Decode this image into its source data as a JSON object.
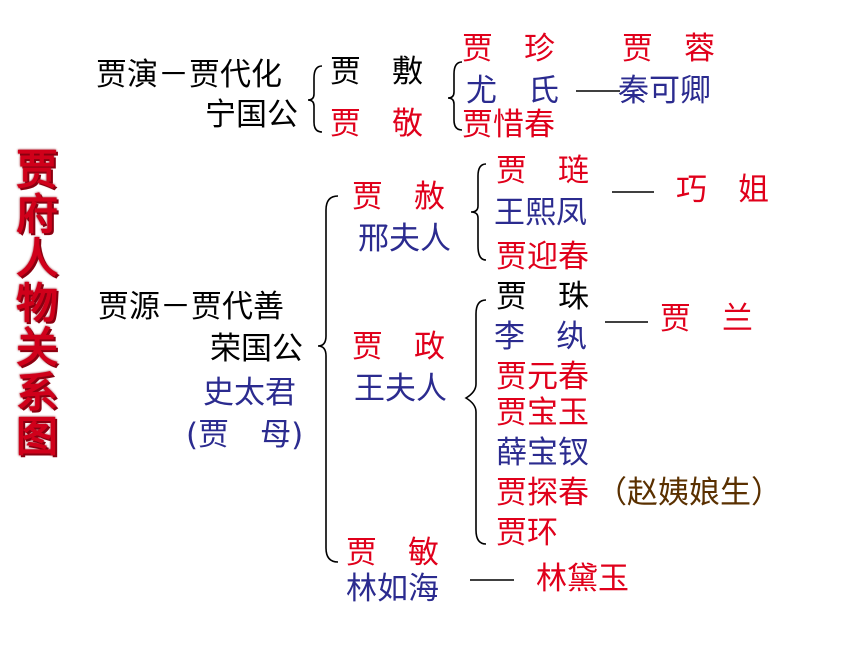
{
  "title": "贾府人物关系图",
  "ningguo": {
    "ancestor": "贾演－贾代化",
    "title": "宁国公",
    "son": "贾　敷",
    "son2": "贾　敬",
    "grandchildren": {
      "zhen": "贾　珍",
      "rong": "贾　蓉",
      "you": "尤　氏",
      "qin": "秦可卿",
      "xichun": "贾惜春"
    }
  },
  "rongguo": {
    "ancestor": "贾源－贾代善",
    "title": "荣国公",
    "wife": "史太君",
    "wife_alias": "(贾　母)",
    "branches": {
      "she": "贾　赦",
      "she_wife": "邢夫人",
      "lian": "贾　琏",
      "xifeng": "王熙凤",
      "qiaojie": "巧　姐",
      "yingchun": "贾迎春",
      "zheng": "贾　政",
      "zheng_wife": "王夫人",
      "zhu": "贾　珠",
      "liwan": "李　纨",
      "lan": "贾　兰",
      "yuanchun": "贾元春",
      "baoyu": "贾宝玉",
      "baochai": "薛宝钗",
      "tanchun": "贾探春",
      "tanchun_note": "（赵姨娘生）",
      "huan": "贾环",
      "min": "贾　敏",
      "lin_ruhai": "林如海",
      "daiyu": "林黛玉"
    }
  },
  "connector": "—"
}
